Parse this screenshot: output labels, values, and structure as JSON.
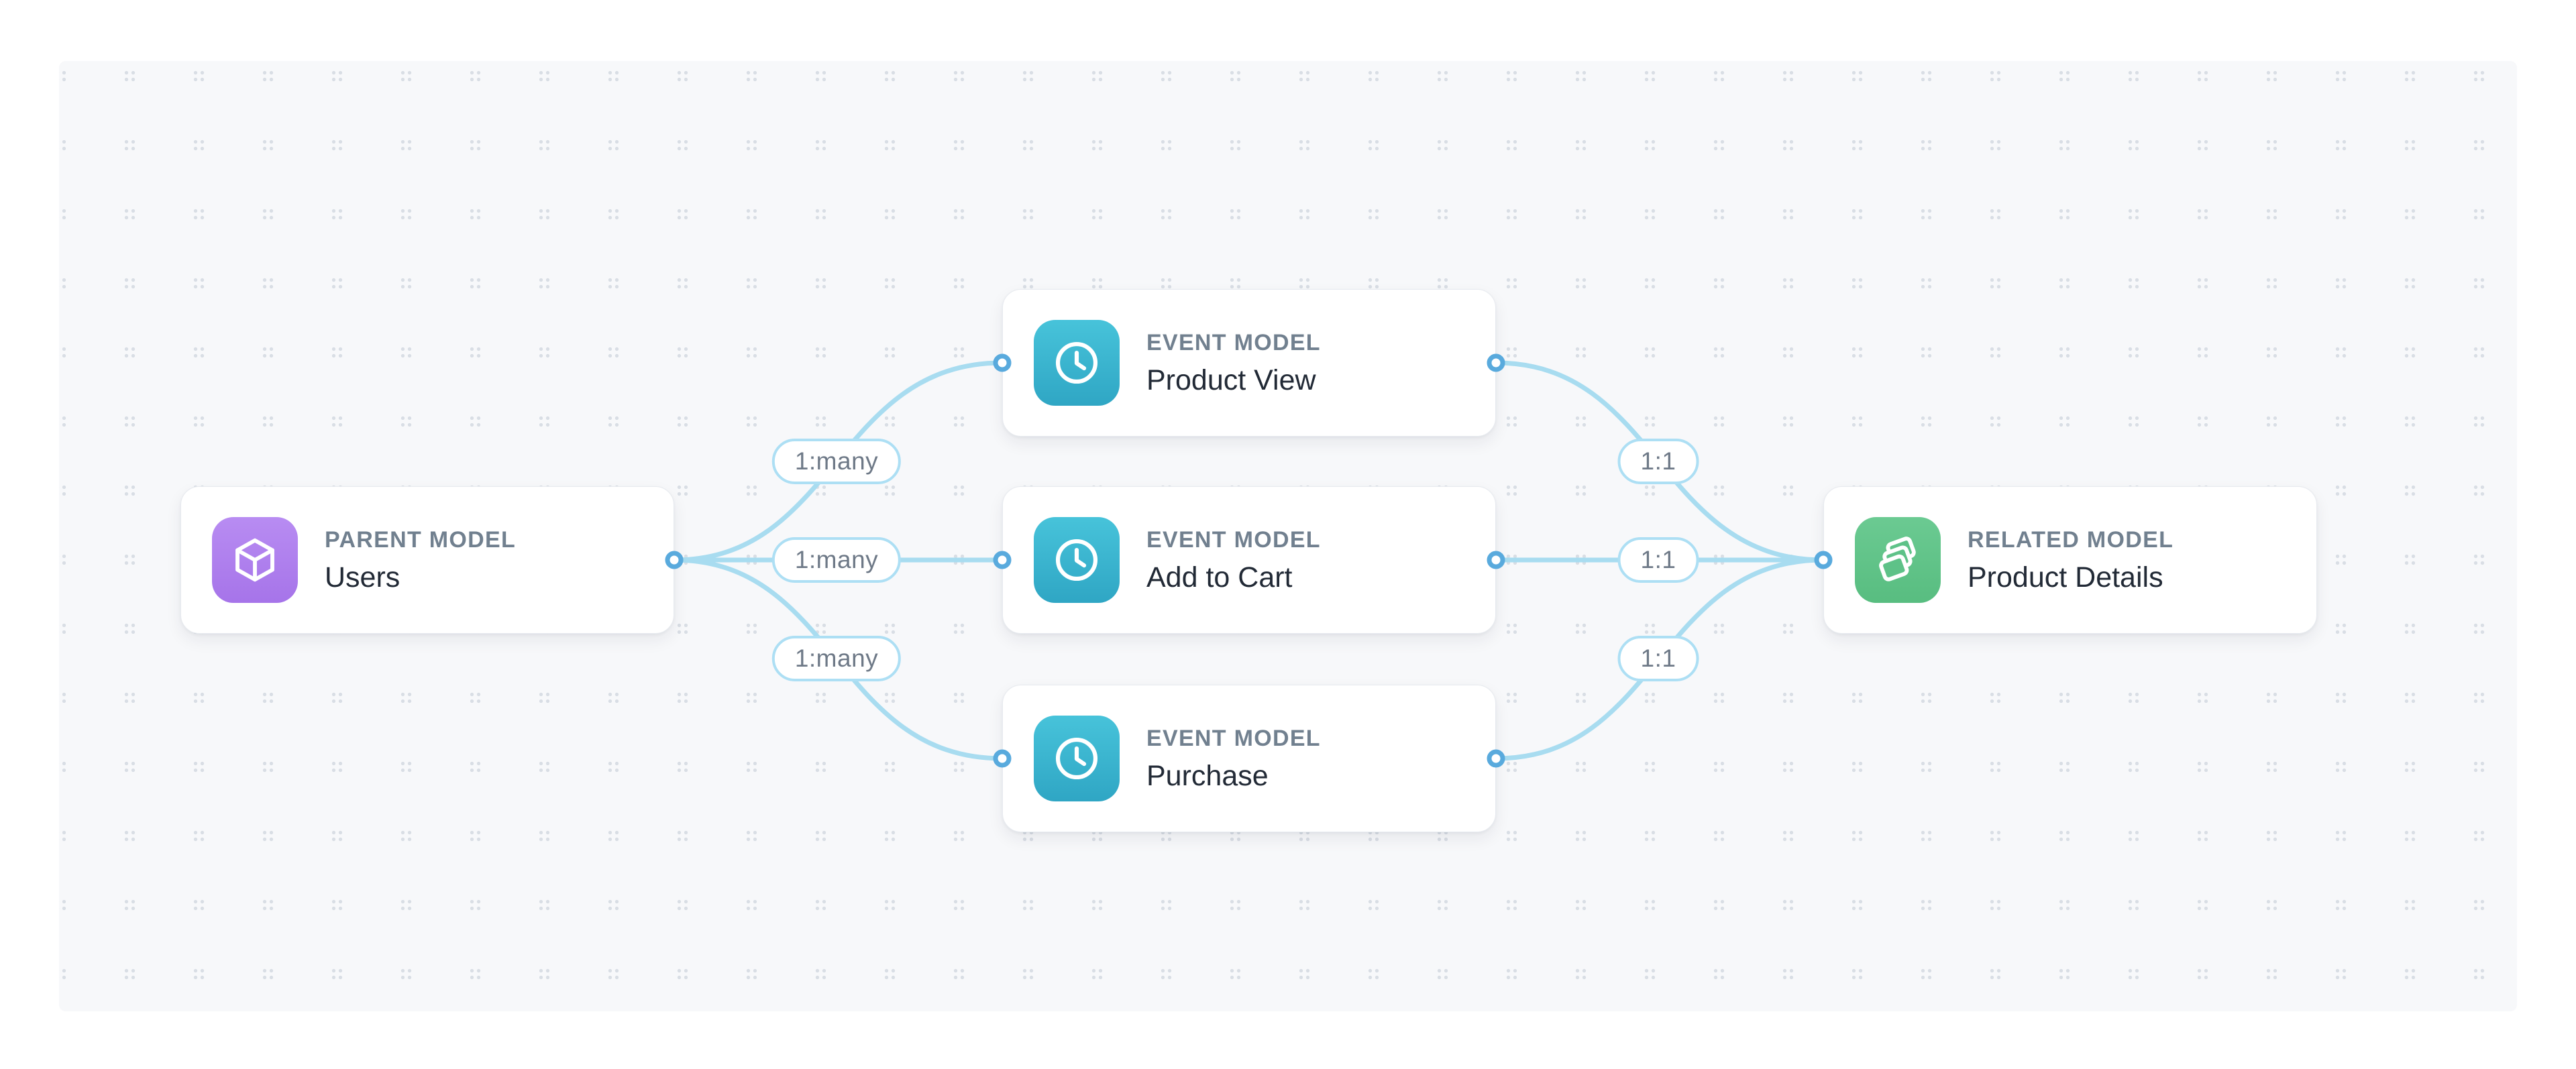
{
  "diagram": {
    "nodes": [
      {
        "id": "users",
        "type_label": "PARENT MODEL",
        "name": "Users",
        "icon": "cube-icon",
        "accent": "#a97ceb"
      },
      {
        "id": "product-view",
        "type_label": "EVENT MODEL",
        "name": "Product View",
        "icon": "clock-icon",
        "accent": "#38b3cf"
      },
      {
        "id": "add-to-cart",
        "type_label": "EVENT MODEL",
        "name": "Add to Cart",
        "icon": "clock-icon",
        "accent": "#38b3cf"
      },
      {
        "id": "purchase",
        "type_label": "EVENT MODEL",
        "name": "Purchase",
        "icon": "clock-icon",
        "accent": "#38b3cf"
      },
      {
        "id": "product-details",
        "type_label": "RELATED MODEL",
        "name": "Product Details",
        "icon": "layers-icon",
        "accent": "#5fc389"
      }
    ],
    "edges": [
      {
        "from": "users",
        "to": "product-view",
        "label": "1:many"
      },
      {
        "from": "users",
        "to": "add-to-cart",
        "label": "1:many"
      },
      {
        "from": "users",
        "to": "purchase",
        "label": "1:many"
      },
      {
        "from": "product-view",
        "to": "product-details",
        "label": "1:1"
      },
      {
        "from": "add-to-cart",
        "to": "product-details",
        "label": "1:1"
      },
      {
        "from": "purchase",
        "to": "product-details",
        "label": "1:1"
      }
    ],
    "colors": {
      "canvas_bg": "#f7f8fa",
      "canvas_dots": "#d9dee5",
      "edge": "#a8dcf0",
      "handle_ring": "#59aadd",
      "label_border": "#addff4",
      "label_text": "#6e7987",
      "node_type_text": "#71808f",
      "node_name_text": "#222a36"
    }
  }
}
